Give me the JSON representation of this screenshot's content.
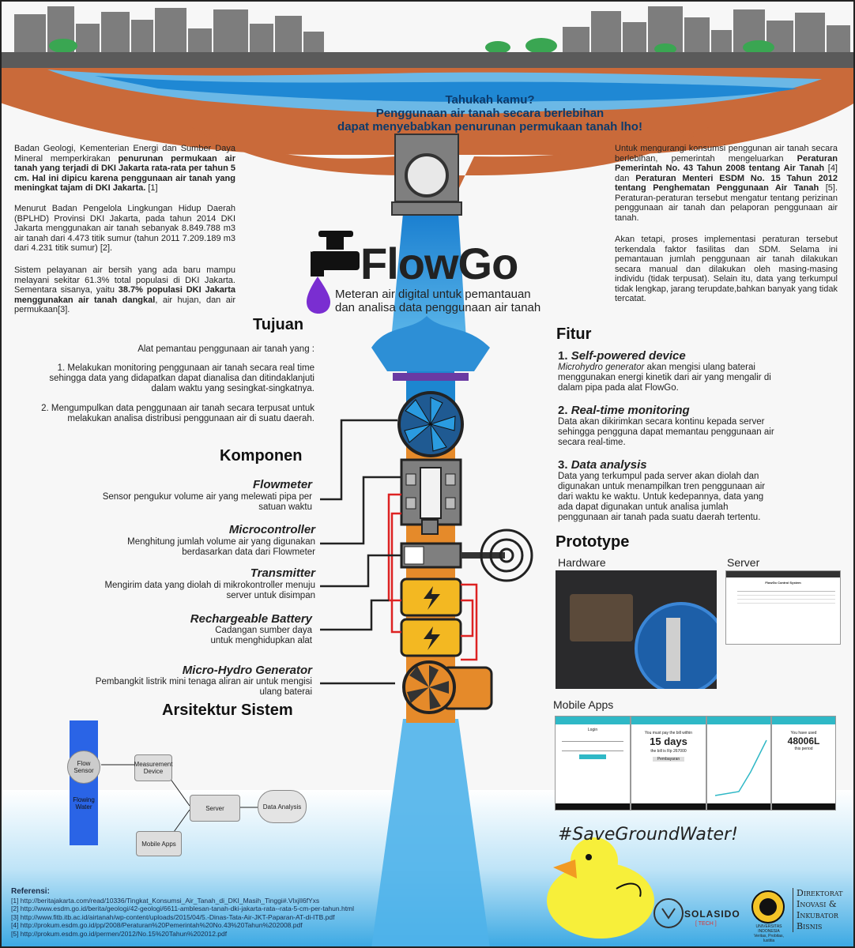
{
  "hook": {
    "line1": "Tahukah kamu?",
    "line2": "Penggunaan air tanah secara berlebihan",
    "line3": "dapat menyebabkan penurunan permukaan tanah lho!"
  },
  "left_intro": {
    "p1_a": "Badan Geologi, Kementerian Energi dan Sumber Daya Mineral memperkirakan ",
    "p1_b": "penurunan permukaan air tanah yang terjadi di DKI Jakarta rata-rata per tahun 5 cm. Hal ini dipicu karena penggunaan air tanah yang meningkat tajam di DKI Jakarta.",
    "p1_c": " [1]",
    "p2": "Menurut Badan Pengelola Lingkungan Hidup Daerah (BPLHD) Provinsi DKI Jakarta, pada tahun 2014 DKI Jakarta menggunakan air tanah sebanyak 8.849.788 m3 air tanah dari 4.473 titik sumur (tahun 2011 7.209.189 m3 dari 4.231 titik sumur) [2].",
    "p3_a": "Sistem pelayanan air bersih yang ada baru mampu melayani sekitar 61.3% total populasi di DKI Jakarta. Sementara sisanya, yaitu ",
    "p3_b": "38.7% populasi DKI Jakarta menggunakan air tanah dangkal",
    "p3_c": ", air hujan, dan air permukaan[3]."
  },
  "right_intro": {
    "p1_a": "Untuk mengurangi konsumsi penggunan air tanah secara berlebihan, pemerintah mengeluarkan ",
    "p1_b": "Peraturan Pemerintah No. 43 Tahun 2008 tentang Air Tanah",
    "p1_c": " [4] dan ",
    "p1_d": "Peraturan Menteri ESDM No. 15 Tahun 2012 tentang Penghematan Penggunaan Air Tanah",
    "p1_e": " [5]. Peraturan-peraturan tersebut mengatur tentang perizinan penggunaan air tanah dan pelaporan penggunaan air tanah.",
    "p2": "Akan tetapi, proses implementasi peraturan tersebut terkendala faktor fasilitas dan SDM. Selama ini pemantauan jumlah penggunaan air tanah dilakukan secara manual dan dilakukan oleh masing-masing individu (tidak terpusat). Selain itu, data yang terkumpul tidak lengkap, jarang terupdate,bahkan banyak yang tidak tercatat."
  },
  "brand": {
    "name": "FlowGo",
    "tagline1": "Meteran air digital untuk pemantauan",
    "tagline2": "dan analisa data penggunaan air tanah"
  },
  "tujuan": {
    "heading": "Tujuan",
    "intro": "Alat pemantau penggunaan air tanah yang :",
    "item1": "1. Melakukan monitoring penggunaan air tanah secara real time sehingga data yang didapatkan dapat dianalisa dan ditindaklanjuti dalam waktu yang sesingkat-singkatnya.",
    "item2": "2. Mengumpulkan data penggunaan air tanah secara terpusat untuk melakukan analisa distribusi penggunaan air di suatu daerah."
  },
  "komponen": {
    "heading": "Komponen",
    "items": [
      {
        "title": "Flowmeter",
        "desc": "Sensor pengukur volume air yang melewati pipa per satuan waktu"
      },
      {
        "title": "Microcontroller",
        "desc": "Menghitung jumlah volume air yang digunakan berdasarkan data dari Flowmeter"
      },
      {
        "title": "Transmitter",
        "desc": "Mengirim data yang diolah di mikrokontroller menuju server untuk disimpan"
      },
      {
        "title": "Rechargeable Battery",
        "desc": "Cadangan sumber daya untuk menghidupkan alat"
      },
      {
        "title": "Micro-Hydro Generator",
        "desc": "Pembangkit listrik mini tenaga aliran air untuk mengisi ulang baterai"
      }
    ]
  },
  "arsitektur": {
    "heading": "Arsitektur Sistem",
    "flow_sensor": "Flow Sensor",
    "flowing_water": "Flowing Water",
    "measurement": "Measurement Device",
    "server": "Server",
    "data_analysis": "Data Analysis",
    "mobile_apps": "Mobile Apps"
  },
  "fitur": {
    "heading": "Fitur",
    "items": [
      {
        "num": "1.",
        "title": "Self-powered device",
        "desc_i": "Microhydro generator",
        "desc": " akan mengisi ulang baterai menggunakan energi kinetik dari air yang mengalir di dalam pipa pada alat FlowGo."
      },
      {
        "num": "2.",
        "title": "Real-time monitoring",
        "desc": "Data akan dikirimkan secara kontinu kepada server sehingga pengguna dapat memantau penggunaan air secara real-time."
      },
      {
        "num": "3.",
        "title": "Data analysis",
        "desc": "Data yang terkumpul pada server akan diolah dan digunakan untuk menampilkan tren penggunaan air dari waktu ke waktu. Untuk kedepannya, data yang ada dapat digunakan untuk analisa jumlah penggunaan air tanah pada suatu daerah tertentu."
      }
    ]
  },
  "prototype": {
    "heading": "Prototype",
    "hardware": "Hardware",
    "server": "Server",
    "mobile_apps": "Mobile Apps",
    "server_title": "FlowGo Control System",
    "phone_login": "Login",
    "phone_due": "You must pay the bill within",
    "phone_days": "15 days",
    "phone_bill": "the bill is Rp 267000",
    "phone_pay": "Pembayaran",
    "phone_used": "You have used",
    "phone_liters": "48006L",
    "phone_period": "this period"
  },
  "hashtag": "#SaveGroundWater!",
  "references": {
    "title": "Referensi:",
    "items": [
      "[1] http://beritajakarta.com/read/10336/Tingkat_Konsumsi_Air_Tanah_di_DKI_Masih_Tinggi#.VlxjIl6fYxs",
      "[2] http://www.esdm.go.id/berita/geologi/42-geologi/6611-amblesan-tanah-dki-jakarta-rata--rata-5-cm-per-tahun.html",
      "[3] http://www.fitb.itb.ac.id/airtanah/wp-content/uploads/2015/04/5.-Dinas-Tata-Air-JKT-Paparan-AT-di-ITB.pdf",
      "[4] http://prokum.esdm.go.id/pp/2008/Peraturan%20Pemerintah%20No.43%20Tahun%202008.pdf",
      "[5] http://prokum.esdm.go.id/permen/2012/No.15%20Tahun%202012.pdf"
    ]
  },
  "logos": {
    "solasido": "SOLASIDO",
    "solasido_sub": "[ TECH ]",
    "ui1": "UNIVERSITAS",
    "ui2": "INDONESIA",
    "ui3": "Veritas, Probitas, Iustitia",
    "dir1": "Direktorat",
    "dir2": "Inovasi &",
    "dir3": "Inkubator",
    "dir4": "Bisnis"
  }
}
